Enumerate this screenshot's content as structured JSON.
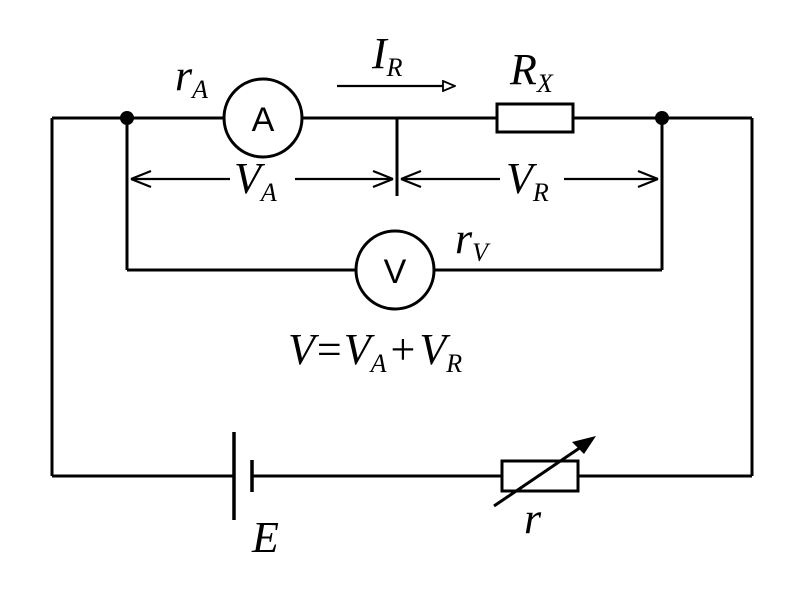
{
  "labels": {
    "ammeter_resistance": {
      "main": "r",
      "sub": "A"
    },
    "current": {
      "main": "I",
      "sub": "R"
    },
    "resistor": {
      "main": "R",
      "sub": "X"
    },
    "voltage_ammeter": {
      "main": "V",
      "sub": "A"
    },
    "voltage_resistor": {
      "main": "V",
      "sub": "R"
    },
    "voltmeter_resistance": {
      "main": "r",
      "sub": "V"
    },
    "emf": "E",
    "rheostat": "r"
  },
  "meters": {
    "ammeter": "A",
    "voltmeter": "V"
  },
  "equation": {
    "lhs": "V",
    "eq": "=",
    "t1": {
      "main": "V",
      "sub": "A"
    },
    "plus": "+",
    "t2": {
      "main": "V",
      "sub": "R"
    }
  }
}
